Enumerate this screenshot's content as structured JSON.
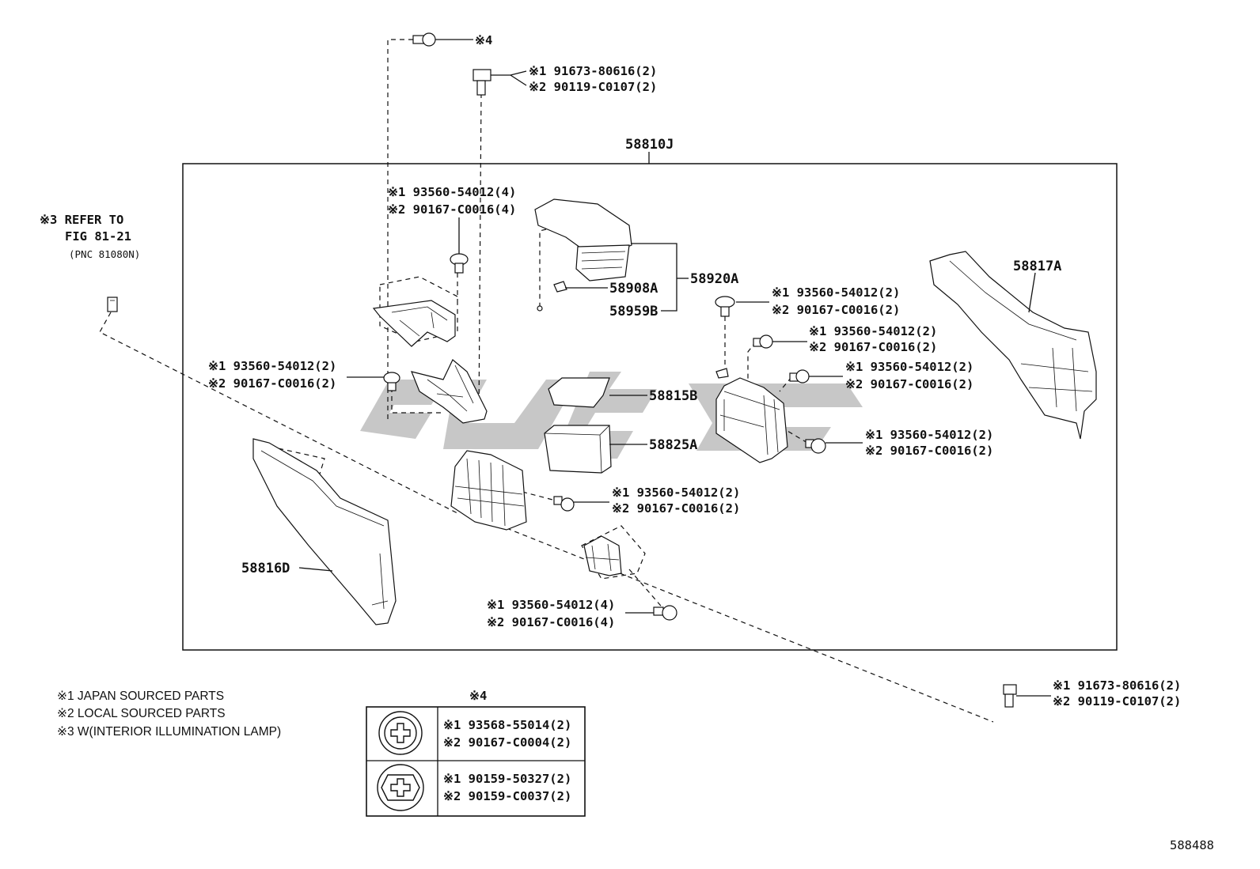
{
  "diagram_id": "588488",
  "assembly": {
    "pnc": "58810J"
  },
  "legend": {
    "note1": "※1 JAPAN SOURCED PARTS",
    "note2": "※2 LOCAL SOURCED PARTS",
    "note3": "※3 W(INTERIOR ILLUMINATION LAMP)"
  },
  "refer": {
    "line1": "※3 REFER TO",
    "line2": "FIG 81-21",
    "line3": "(PNC 81080N)"
  },
  "fastener_table": {
    "header": "※4",
    "rows": [
      {
        "jp": "※1 93568-55014(2)",
        "local": "※2 90167-C0004(2)",
        "icon": "phillips-screw-icon"
      },
      {
        "jp": "※1 90159-50327(2)",
        "local": "※2 90159-C0037(2)",
        "icon": "phillips-hex-screw-icon"
      }
    ]
  },
  "callouts": {
    "top_screw_mark": "※4",
    "top_bolt": {
      "jp": "※1 91673-80616(2)",
      "local": "※2 90119-C0107(2)"
    },
    "clip_upper": {
      "jp": "※1 93560-54012(4)",
      "local": "※2 90167-C0016(4)"
    },
    "clip_left": {
      "jp": "※1 93560-54012(2)",
      "local": "※2 90167-C0016(2)"
    },
    "clip_mid": {
      "jp": "※1 93560-54012(2)",
      "local": "※2 90167-C0016(2)"
    },
    "clip_bottom": {
      "jp": "※1 93560-54012(4)",
      "local": "※2 90167-C0016(4)"
    },
    "clip_r1": {
      "jp": "※1 93560-54012(2)",
      "local": "※2 90167-C0016(2)"
    },
    "clip_r2": {
      "jp": "※1 93560-54012(2)",
      "local": "※2 90167-C0016(2)"
    },
    "clip_r3": {
      "jp": "※1 93560-54012(2)",
      "local": "※2 90167-C0016(2)"
    },
    "clip_r4": {
      "jp": "※1 93560-54012(2)",
      "local": "※2 90167-C0016(2)"
    },
    "far_bolt": {
      "jp": "※1 91673-80616(2)",
      "local": "※2 90119-C0107(2)"
    }
  },
  "parts": {
    "p58920A": "58920A",
    "p58908A": "58908A",
    "p58959B": "58959B",
    "p58815B": "58815B",
    "p58825A": "58825A",
    "p58817A": "58817A",
    "p58816D": "58816D"
  }
}
